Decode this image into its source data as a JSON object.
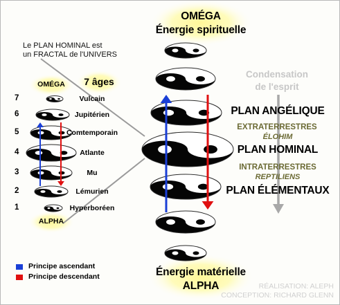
{
  "top": {
    "omega": "OMÉGA",
    "energy": "Énergie spirituelle"
  },
  "bottom": {
    "energy": "Énergie matérielle",
    "alpha": "ALPHA"
  },
  "right_column": {
    "condensation_line1": "Condensation",
    "condensation_line2": "de l'esprit",
    "plan_angelique": "PLAN ANGÉLIQUE",
    "extraterrestres": "EXTRATERRESTRES",
    "elohim": "ÉLOHIM",
    "plan_hominal": "PLAN HOMINAL",
    "intraterrestres": "INTRATERRESTRES",
    "reptiliens": "REPTILIENS",
    "plan_elementaux": "PLAN ÉLÉMENTAUX"
  },
  "fractal_note": {
    "line1": "Le PLAN HOMINAL est",
    "line2": "un FRACTAL de l'UNIVERS"
  },
  "left_column": {
    "omega": "OMÉGA",
    "title": "7 âges",
    "alpha": "ALPHA",
    "ages": [
      {
        "num": "7",
        "name": "Vulcain"
      },
      {
        "num": "6",
        "name": "Jupitérien"
      },
      {
        "num": "5",
        "name": "Comtemporain"
      },
      {
        "num": "4",
        "name": "Atlante"
      },
      {
        "num": "3",
        "name": "Mu"
      },
      {
        "num": "2",
        "name": "Lémurien"
      },
      {
        "num": "1",
        "name": "Hyperboréen"
      }
    ]
  },
  "legend": {
    "ascendant": "Principe ascendant",
    "descendant": "Principe descendant",
    "ascendant_color": "#1a3fd6",
    "descendant_color": "#e01010"
  },
  "credits": {
    "line1": "RÉALISATION: ALEPH",
    "line2": "CONCEPTION: RICHARD GLENN"
  }
}
